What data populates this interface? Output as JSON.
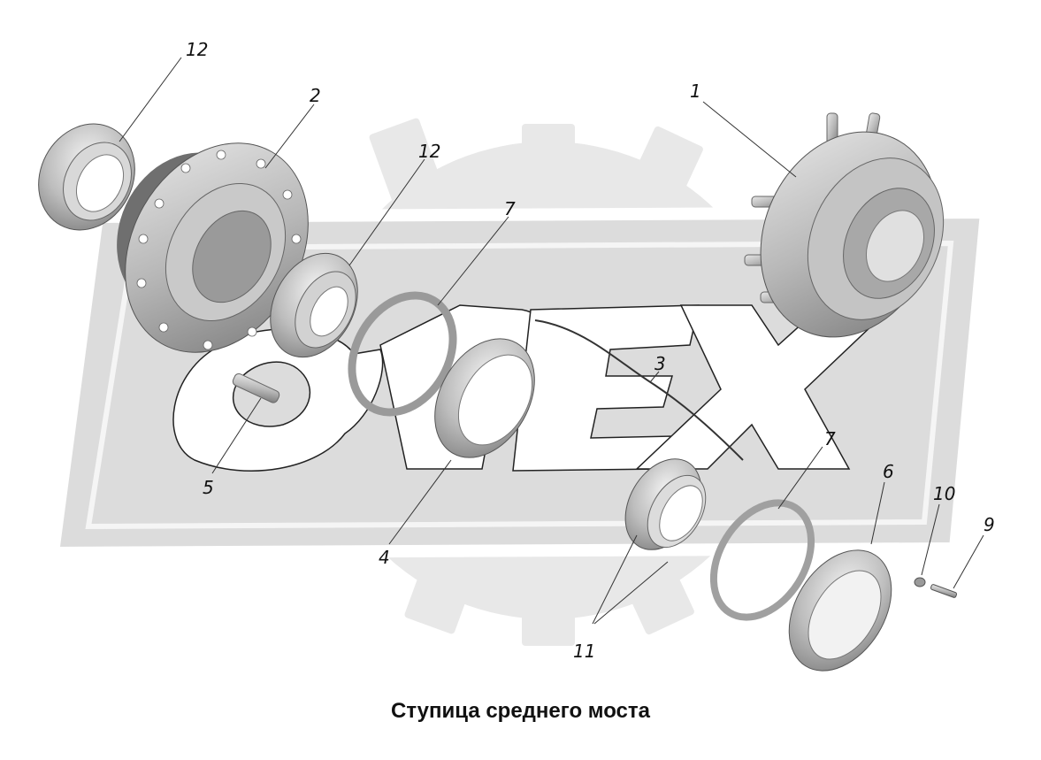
{
  "caption": "Ступица среднего моста",
  "watermark_logo": "OPEX",
  "callouts": {
    "c1": "1",
    "c2": "2",
    "c3": "3",
    "c4": "4",
    "c5": "5",
    "c6": "6",
    "c7a": "7",
    "c7b": "7",
    "c9": "9",
    "c10": "10",
    "c11": "11",
    "c12a": "12",
    "c12b": "12"
  },
  "colors": {
    "part_fill": "#bdbdbd",
    "part_dark": "#7d7d7d",
    "part_light": "#e6e6e6",
    "watermark": "#e2e2e2"
  }
}
